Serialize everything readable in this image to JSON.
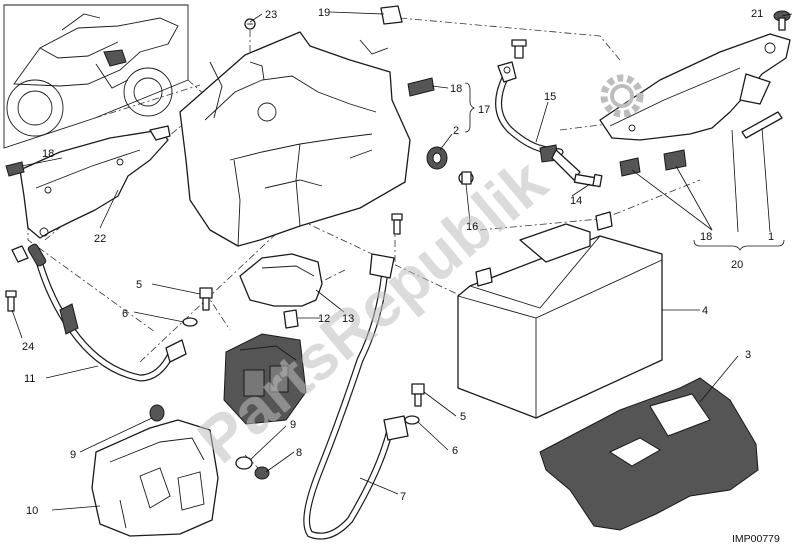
{
  "watermark": "PartsRepublik",
  "image_code": "IMP00779",
  "callouts": {
    "c1": "1",
    "c2": "2",
    "c3": "3",
    "c4": "4",
    "c5a": "5",
    "c5b": "5",
    "c6a": "6",
    "c6b": "6",
    "c7": "7",
    "c8": "8",
    "c9a": "9",
    "c9b": "9",
    "c10": "10",
    "c11": "11",
    "c12": "12",
    "c13": "13",
    "c14": "14",
    "c15": "15",
    "c16": "16",
    "c17": "17",
    "c18a": "18",
    "c18b": "18",
    "c18c": "18",
    "c19": "19",
    "c20": "20",
    "c21": "21",
    "c22": "22",
    "c23": "23",
    "c24": "24"
  },
  "colors": {
    "line": "#1a1a1a",
    "dark_part": "#555555",
    "watermark": "#bdbdbd"
  }
}
